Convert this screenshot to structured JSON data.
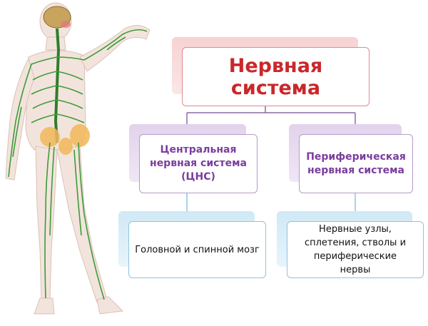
{
  "root": {
    "label": "Нервная система"
  },
  "branches": [
    {
      "label": "Центральная нервная система (ЦНС)",
      "child": "Головной и спинной мозг"
    },
    {
      "label": "Периферическая нервная система",
      "child": "Нервные узлы, сплетения, стволы и периферические нервы"
    }
  ],
  "colors": {
    "root_text": "#c9282b",
    "branch_text": "#7a3e9d",
    "root_border": "#e08a8c",
    "branch_border": "#b79bcb",
    "leaf_border": "#8fc3e0",
    "nerves": "#3e9b3a",
    "connector": "#8a6aa6"
  },
  "illustration": {
    "icon": "human-nervous-system-illustration"
  }
}
